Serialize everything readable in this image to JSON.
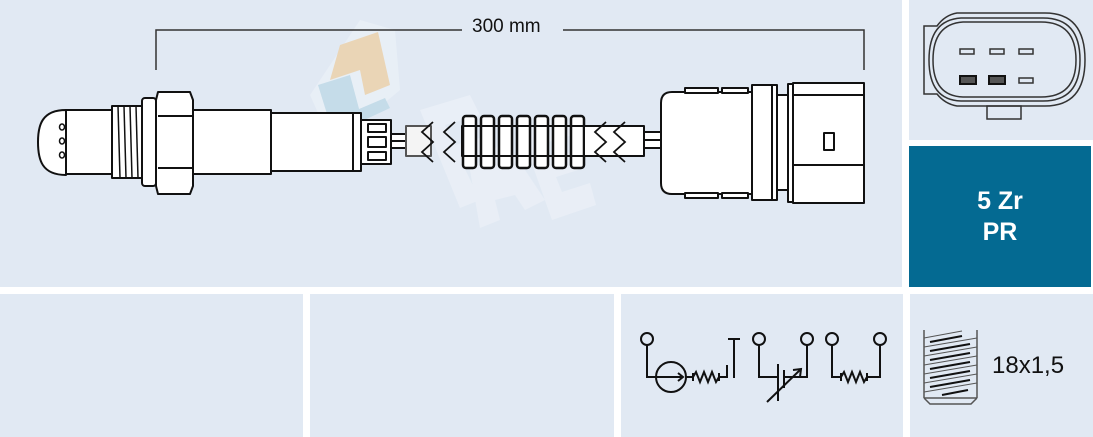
{
  "product_sheet": {
    "main_drawing": {
      "cable_length_label": "300 mm",
      "watermark_text": "FAE",
      "watermark_colors": {
        "orange": "#f0d3a8",
        "blue": "#bcd9e8"
      }
    },
    "connector_view": {
      "pin_count": 6,
      "active_pins": 2
    },
    "sensor_type": {
      "line1": "5 Zr",
      "line2": "PR",
      "background_color": "#046a92",
      "text_color": "#ffffff"
    },
    "circuit_symbols": [
      "pump-cell",
      "variable-resistor",
      "heater-resistor"
    ],
    "thread": {
      "label": "18x1,5"
    },
    "colors": {
      "panel_bg": "#e1e9f3",
      "gutter": "#ffffff",
      "line": "#111111"
    }
  }
}
